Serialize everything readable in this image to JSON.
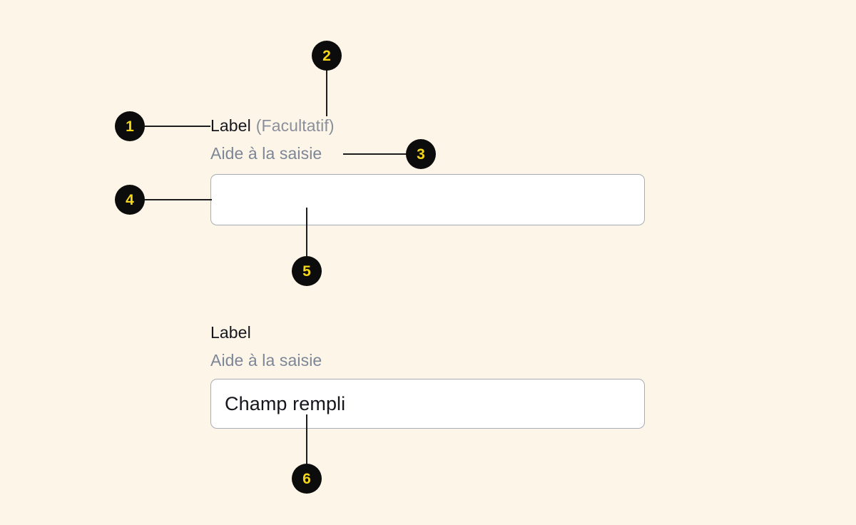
{
  "page": {
    "background_color": "#fdf6e8",
    "accent_color": "#f5d718",
    "badge_color": "#0c0c0c",
    "border_color": "#a6adb9"
  },
  "fields": [
    {
      "id": "empty-field",
      "label": "Label",
      "optional_marker": "(Facultatif)",
      "helper_text": "Aide à la saisie",
      "value": "",
      "placeholder": ""
    },
    {
      "id": "filled-field",
      "label": "Label",
      "optional_marker": "",
      "helper_text": "Aide à la saisie",
      "value": "Champ rempli",
      "placeholder": ""
    }
  ],
  "annotations": [
    {
      "number": "1",
      "target": "label"
    },
    {
      "number": "2",
      "target": "optional-marker"
    },
    {
      "number": "3",
      "target": "helper-text"
    },
    {
      "number": "4",
      "target": "input-border"
    },
    {
      "number": "5",
      "target": "input-area-empty"
    },
    {
      "number": "6",
      "target": "input-value-filled"
    }
  ]
}
